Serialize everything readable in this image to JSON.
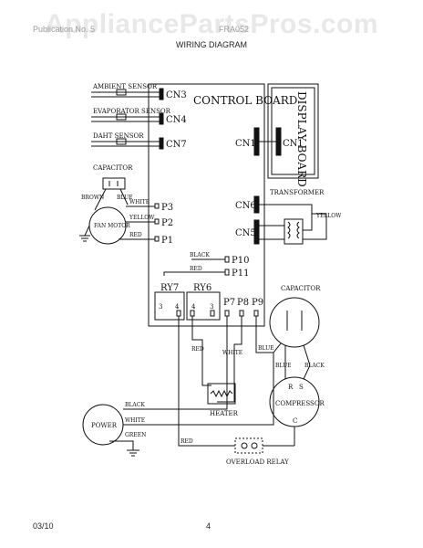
{
  "watermark": "AppliancePartsPros.com",
  "header": {
    "doc_text": "Publication No. 5",
    "model_text": "FRA052",
    "title": "WIRING DIAGRAM"
  },
  "footer": {
    "date": "03/10",
    "page": "4"
  },
  "diagram": {
    "control_board": "CONTROL BOARD",
    "display_board": "DISPLAY BOARD",
    "sensors": [
      "AMBIENT SENSOR",
      "EVAPORATOR SENSOR",
      "DAHT SENSOR"
    ],
    "connectors": {
      "cn3": "CN3",
      "cn4": "CN4",
      "cn7": "CN7",
      "cn1": "CN1",
      "cn1_display": "CN1",
      "cn6": "CN6",
      "cn5": "CN5"
    },
    "pins": {
      "p3": "P3",
      "p2": "P2",
      "p1": "P1",
      "p10": "P10",
      "p11": "P11",
      "p7": "P7",
      "p8": "P8",
      "p9": "P9"
    },
    "relays": {
      "ry7": "RY7",
      "ry6": "RY6",
      "ry7_t3": "3",
      "ry7_t4": "4",
      "ry6_t4": "4",
      "ry6_t3": "3"
    },
    "fan_capacitor": "CAPACITOR",
    "fan_motor": "FAN MOTOR",
    "compressor_capacitor": "CAPACITOR",
    "compressor": "COMPRESSOR",
    "compressor_terminals": {
      "r": "R",
      "s": "S",
      "c": "C"
    },
    "transformer": "TRANSFORMER",
    "heater": "HEATER",
    "power": "POWER",
    "overload_relay": "OVERLOAD RELAY",
    "wires": {
      "brown": "BROWN",
      "blue_fan": "BLUE",
      "white_fan": "WHITE",
      "yellow_fan": "YELLOW",
      "red_fan": "RED",
      "black_p10": "BLACK",
      "red_p11": "RED",
      "yellow_transformer": "YELLOW",
      "red_heater": "RED",
      "white_heater": "WHITE",
      "blue_p9": "BLUE",
      "blue_comp": "BLUE",
      "black_comp": "BLACK",
      "black_power": "BLACK",
      "white_power": "WHITE",
      "green_power": "GREEN",
      "red_overload": "RED"
    }
  }
}
